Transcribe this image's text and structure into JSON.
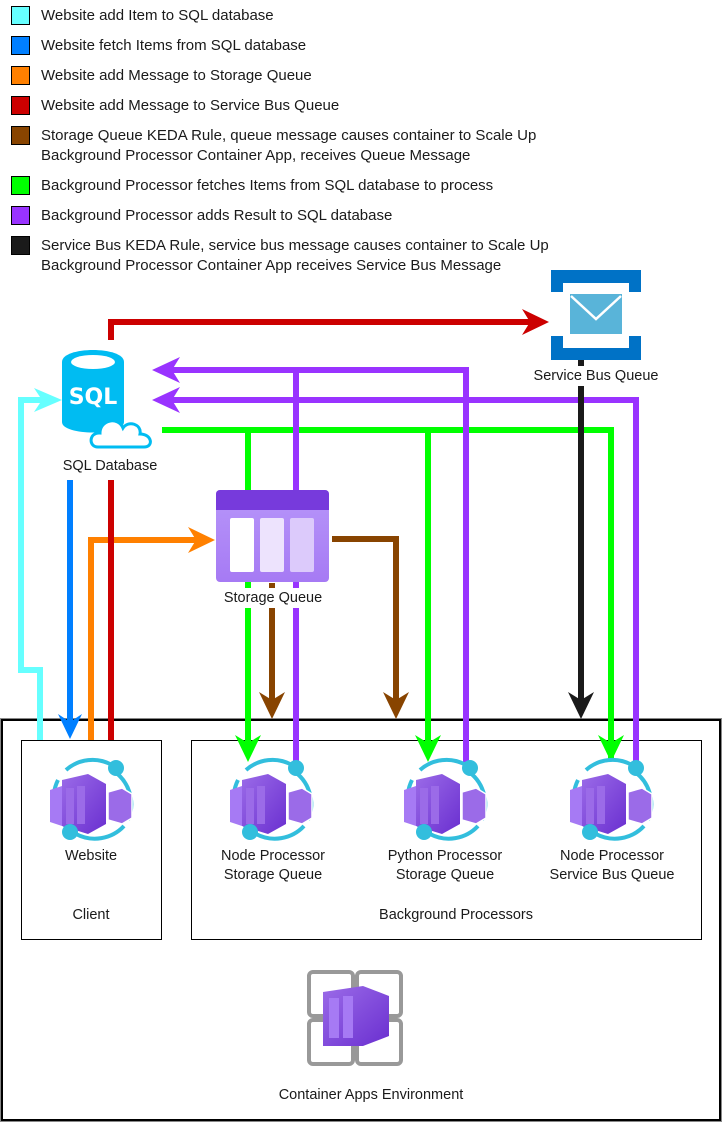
{
  "legend": [
    {
      "label": "Website add Item to SQL database",
      "color": "#66FFFF"
    },
    {
      "label": "Website fetch Items from SQL database",
      "color": "#007FFF"
    },
    {
      "label": "Website add Message to Storage Queue",
      "color": "#FF8000"
    },
    {
      "label": "Website add Message to Service Bus Queue",
      "color": "#CC0000"
    },
    {
      "label": "Storage Queue KEDA Rule, queue message causes container to Scale Up\nBackground Processor Container App, receives Queue Message",
      "color": "#884400"
    },
    {
      "label": "Background Processor fetches Items from SQL database to process",
      "color": "#00FF00"
    },
    {
      "label": "Background Processor adds Result to SQL database",
      "color": "#9933FF"
    },
    {
      "label": "Service Bus KEDA Rule, service bus message causes container to Scale Up\nBackground Processor Container App receives Service Bus Message",
      "color": "#1A1A1A"
    }
  ],
  "nodes": {
    "sql_database": {
      "label": "SQL Database",
      "icon": "sql-database-icon",
      "icon_text": "SQL"
    },
    "service_bus_queue": {
      "label": "Service Bus Queue",
      "icon": "service-bus-icon"
    },
    "storage_queue": {
      "label": "Storage Queue",
      "icon": "storage-queue-icon"
    },
    "website": {
      "label": "Website",
      "icon": "container-app-icon"
    },
    "node_processor_storage": {
      "label": "Node Processor\nStorage Queue",
      "icon": "container-app-icon"
    },
    "python_processor_storage": {
      "label": "Python Processor\nStorage Queue",
      "icon": "container-app-icon"
    },
    "node_processor_servicebus": {
      "label": "Node Processor\nService Bus Queue",
      "icon": "container-app-icon"
    },
    "container_apps_env": {
      "label": "Container Apps Environment",
      "icon": "container-apps-environment-icon"
    }
  },
  "groups": {
    "client": {
      "label": "Client"
    },
    "background_processors": {
      "label": "Background Processors"
    }
  },
  "colors": {
    "cyan": "#66FFFF",
    "blue": "#007FFF",
    "orange": "#FF8000",
    "red": "#CC0000",
    "brown": "#884400",
    "green": "#00FF00",
    "purple": "#9933FF",
    "black": "#1A1A1A",
    "sql_blue": "#00BCF2",
    "bus_blue": "#0072C6",
    "envelope": "#59B4D9",
    "container_purple": "#773ADC",
    "ring_teal": "#32BEDD"
  }
}
